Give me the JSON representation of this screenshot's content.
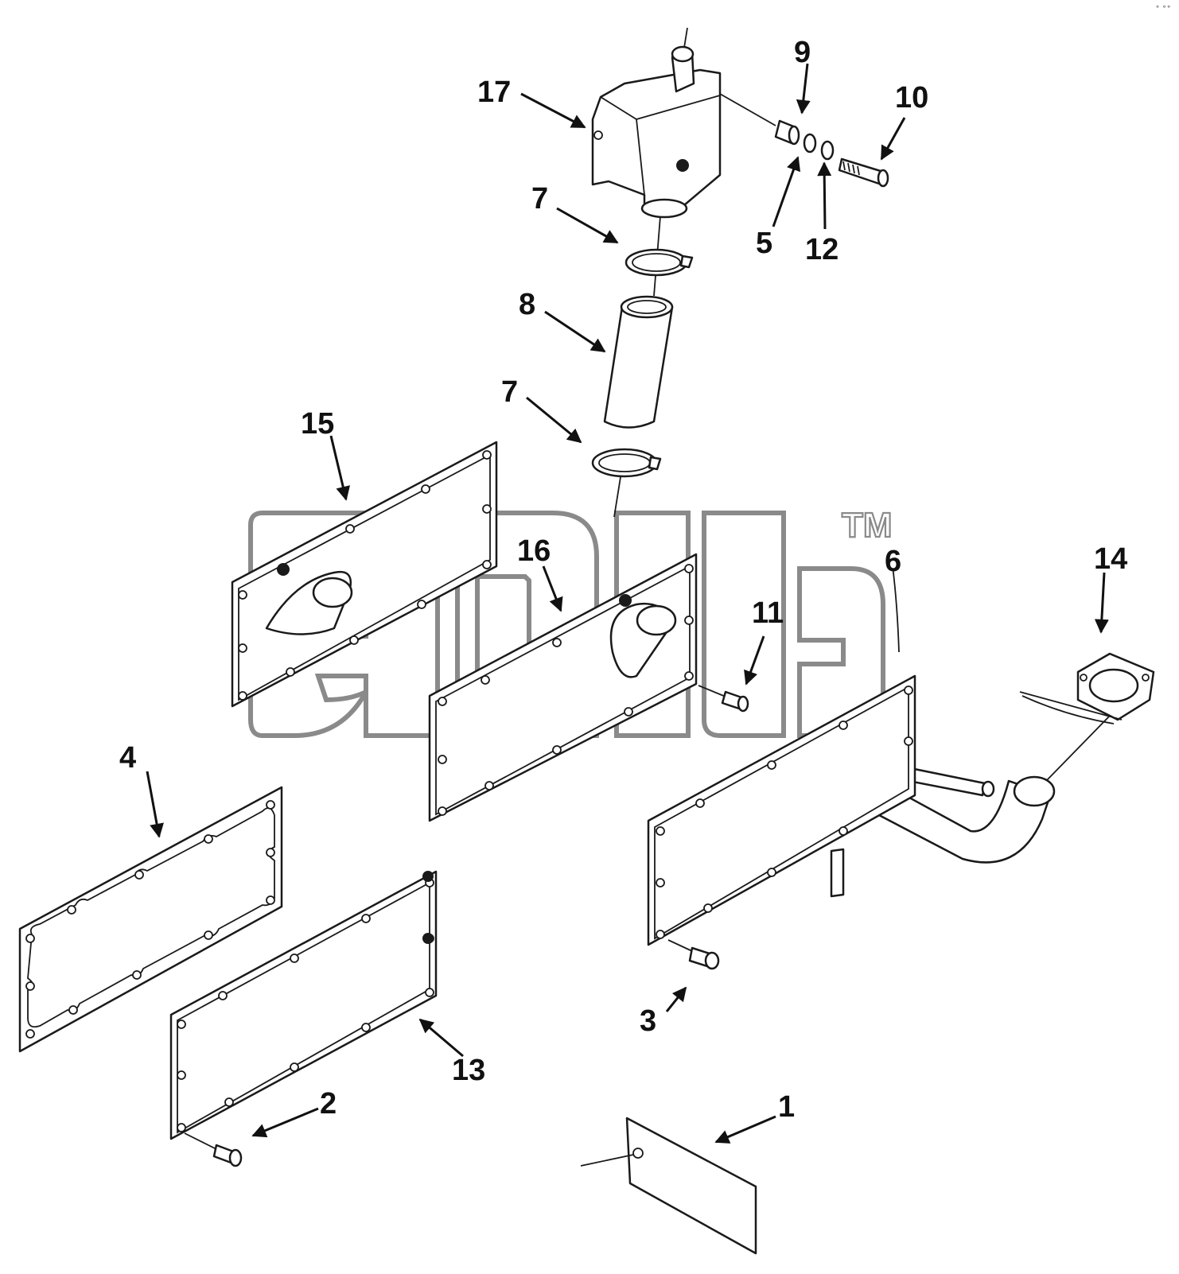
{
  "diagram": {
    "watermark": {
      "brand": "anda",
      "trademark": "TM"
    },
    "callouts": [
      {
        "id": "1",
        "label": "1"
      },
      {
        "id": "2",
        "label": "2"
      },
      {
        "id": "3",
        "label": "3"
      },
      {
        "id": "4",
        "label": "4"
      },
      {
        "id": "5",
        "label": "5"
      },
      {
        "id": "6",
        "label": "6"
      },
      {
        "id": "7a",
        "label": "7"
      },
      {
        "id": "7b",
        "label": "7"
      },
      {
        "id": "8",
        "label": "8"
      },
      {
        "id": "9",
        "label": "9"
      },
      {
        "id": "10",
        "label": "10"
      },
      {
        "id": "11",
        "label": "11"
      },
      {
        "id": "12",
        "label": "12"
      },
      {
        "id": "13",
        "label": "13"
      },
      {
        "id": "14",
        "label": "14"
      },
      {
        "id": "15",
        "label": "15"
      },
      {
        "id": "16",
        "label": "16"
      },
      {
        "id": "17",
        "label": "17"
      }
    ]
  }
}
